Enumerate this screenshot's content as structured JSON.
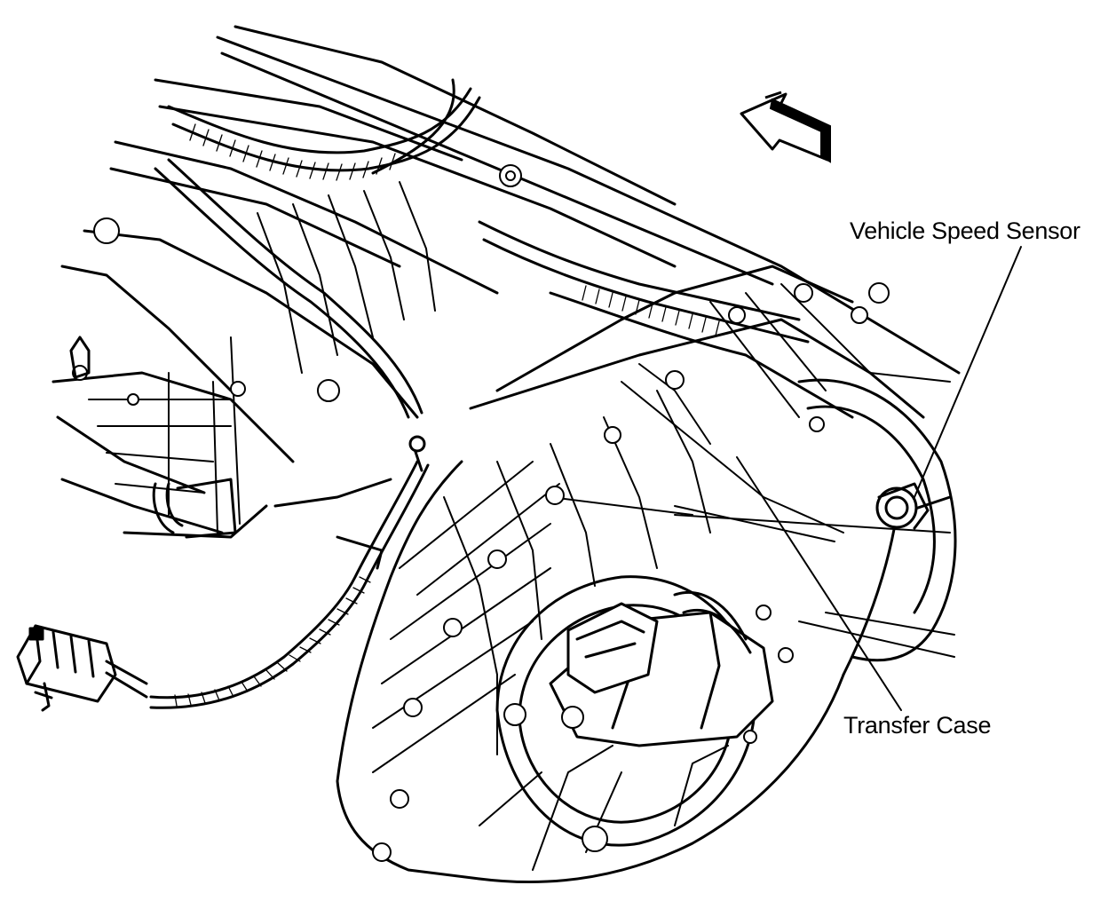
{
  "diagram": {
    "callouts": [
      {
        "id": "vehicle-speed-sensor",
        "text": "Vehicle Speed Sensor"
      },
      {
        "id": "transfer-case",
        "text": "Transfer Case"
      }
    ],
    "direction_arrow": "forward-arrow-icon",
    "colors": {
      "ink": "#000000",
      "background": "#ffffff"
    }
  }
}
